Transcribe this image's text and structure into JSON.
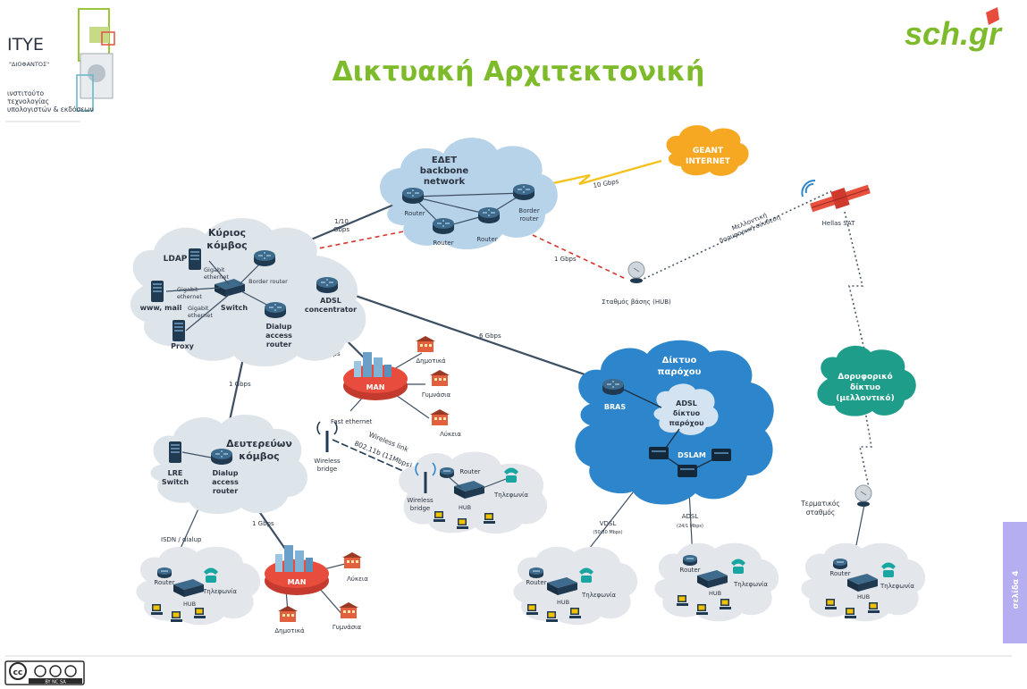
{
  "header": {
    "title": "Δικτυακή Αρχιτεκτονική",
    "logo_left": {
      "name": "ΙΤΥΕ",
      "subname": "\"ΔΙΟΦΑΝΤΟΣ\"",
      "line1": "ινστιτούτο",
      "line2": "τεχνολογίας",
      "line3": "υπολογιστών & εκδόσεων"
    },
    "logo_right": "sch.gr"
  },
  "footer": {
    "license": "BY  NC  SA",
    "page_tab": "σελίδα 4"
  },
  "colors": {
    "title_green": "#7dbb2b",
    "cloud_grey": "#dde4ea",
    "cloud_light_blue": "#b7d3ea",
    "cloud_provider": "#2d86cc",
    "cloud_satellite": "#1e9e8a",
    "geant_orange": "#f7a823",
    "man_red": "#e84c3d",
    "page_tab": "#b5aef0",
    "link_red": "#d6362c"
  },
  "diagram": {
    "backbone": {
      "title1": "ΕΔΕΤ",
      "title2": "backbone",
      "title3": "network",
      "router1": "Router",
      "router2": "Router",
      "router3": "Router",
      "border1": "Border",
      "border2": "router"
    },
    "geant": {
      "line1": "GEANT",
      "line2": "INTERNET"
    },
    "links": {
      "geant_speed": "10 Gbps",
      "backbone_main_1": "1/10",
      "backbone_main_2": "Gbps",
      "hub_speed": "1 Gbps",
      "provider_speed": "6 Gbps",
      "man_speed": "1 Gbps",
      "secondary_speed": "1 Gbps",
      "man2_speed": "1 Gbps",
      "future_sat_1": "Μελλοντική",
      "future_sat_2": "δορυφορική σύνδεση",
      "isdn": "ISDN / dialup",
      "fast_ethernet": "Fast ethernet",
      "wireless_link_1": "Wireless link",
      "wireless_link_2": "802.11b (11Mbps)",
      "vdsl": "VDSL",
      "vdsl_rate": "(50/30 Mbps)",
      "adsl": "ADSL",
      "adsl_rate": "(24/1 Mbps)"
    },
    "main_node": {
      "title1": "Κύριος",
      "title2": "κόμβος",
      "ldap": "LDAP",
      "gigabit1a": "Gigabit",
      "gigabit1b": "ethernet",
      "gigabit2a": "Gigabit",
      "gigabit2b": "ethernet",
      "gigabit3a": "Gigabit",
      "gigabit3b": "ethernet",
      "www": "www, mail",
      "switch": "Switch",
      "border_router": "Border router",
      "adsl_conc1": "ADSL",
      "adsl_conc2": "concentrator",
      "dialup1": "Dialup",
      "dialup2": "access",
      "dialup3": "router",
      "proxy": "Proxy"
    },
    "hub_station": "Σταθμός βάσης (HUB)",
    "hellas_sat": "Hellas SAT",
    "man1": {
      "label": "MAN",
      "demotika": "Δημοτικά",
      "gymnasia": "Γυμνάσια",
      "lykeia": "Λύκεια"
    },
    "provider": {
      "title1": "Δίκτυο",
      "title2": "παρόχου",
      "bras": "BRAS",
      "inner1": "ADSL",
      "inner2": "δίκτυο",
      "inner3": "παρόχου",
      "dslam": "DSLAM"
    },
    "satellite_net": {
      "line1": "Δορυφορικό",
      "line2": "δίκτυο",
      "line3": "(μελλοντικό)"
    },
    "wireless": {
      "bridge1a": "Wireless",
      "bridge1b": "bridge",
      "bridge2a": "Wireless",
      "bridge2b": "bridge",
      "router": "Router",
      "phone": "Τηλεφωνία",
      "hub": "HUB"
    },
    "secondary_node": {
      "title1": "Δευτερεύων",
      "title2": "κόμβος",
      "lre1": "LRE",
      "lre2": "Switch",
      "dialup1": "Dialup",
      "dialup2": "access",
      "dialup3": "router"
    },
    "man2": {
      "label": "MAN",
      "lykeia": "Λύκεια",
      "gymnasia": "Γυμνάσια",
      "demotika": "Δημοτικά"
    },
    "terminal": {
      "line1": "Τερματικός",
      "line2": "σταθμός"
    },
    "school_nets": {
      "router": "Router",
      "hub": "HUB",
      "phone": "Τηλεφωνία"
    }
  }
}
